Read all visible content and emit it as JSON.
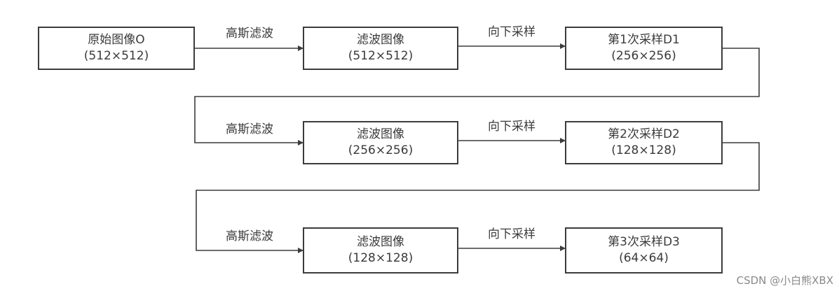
{
  "rows": [
    {
      "boxes": [
        {
          "line1": "原始图像O",
          "line2": "(512×512)"
        },
        {
          "line1": "滤波图像",
          "line2": "(512×512)"
        },
        {
          "line1": "第1次采样D1",
          "line2": "(256×256)"
        }
      ],
      "labels": {
        "filter": "高斯滤波",
        "down": "向下采样"
      }
    },
    {
      "boxes": [
        {
          "line1": "滤波图像",
          "line2": "(256×256)"
        },
        {
          "line1": "第2次采样D2",
          "line2": "(128×128)"
        }
      ],
      "labels": {
        "filter": "高斯滤波",
        "down": "向下采样"
      }
    },
    {
      "boxes": [
        {
          "line1": "滤波图像",
          "line2": "(128×128)"
        },
        {
          "line1": "第3次采样D3",
          "line2": "(64×64)"
        }
      ],
      "labels": {
        "filter": "高斯滤波",
        "down": "向下采样"
      }
    }
  ],
  "watermark": "CSDN @小白熊XBX",
  "colors": {
    "stroke": "#3c3c3c",
    "text": "#3a3a3a",
    "watermark": "#8a8a8a"
  }
}
